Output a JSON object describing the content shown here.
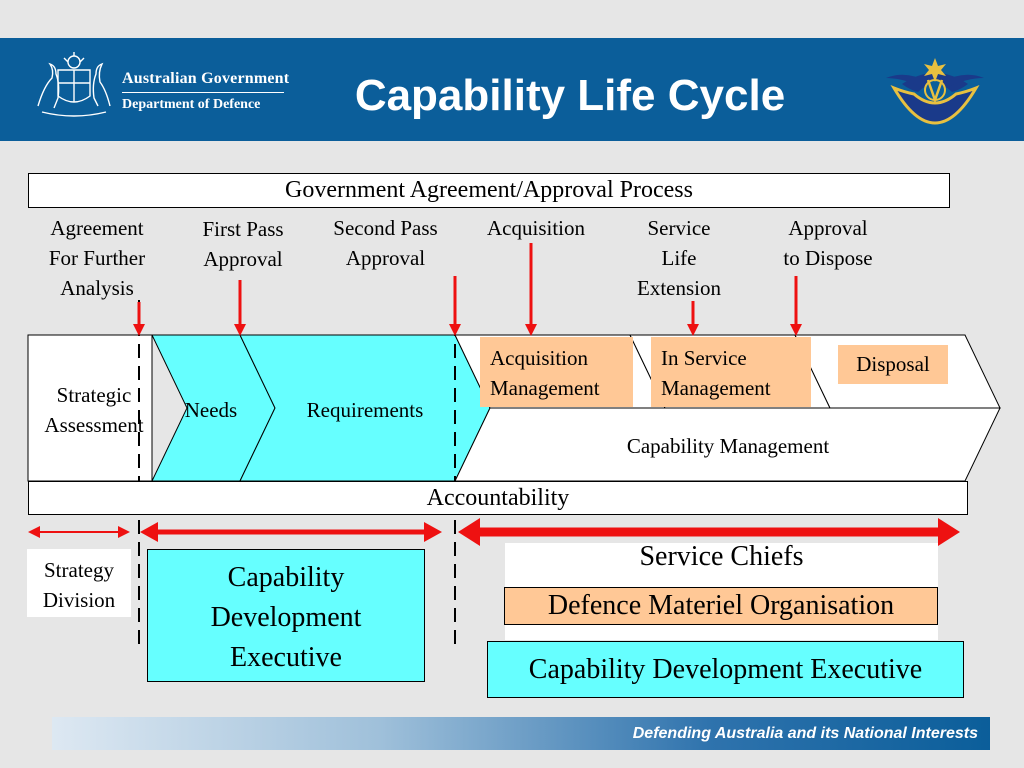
{
  "header": {
    "gov_line1": "Australian Government",
    "gov_line2": "Department of Defence",
    "title": "Capability Life Cycle",
    "background": "#0b5e9a"
  },
  "process": {
    "top_label": "Government Agreement/Approval Process",
    "milestones": [
      {
        "label": "Agreement\nFor Further\nAnalysis"
      },
      {
        "label": "First Pass\nApproval"
      },
      {
        "label": "Second Pass\nApproval"
      },
      {
        "label": "Acquisition"
      },
      {
        "label": "Service\nLife\nExtension"
      },
      {
        "label": "Approval\nto Dispose"
      }
    ]
  },
  "phases": {
    "strategic": "Strategic\nAssessment",
    "needs": "Needs",
    "requirements": "Requirements",
    "acquisition_mgmt": "Acquisition\nManagement",
    "in_service_mgmt": "In Service\n  Management",
    "disposal": "Disposal",
    "capability_mgmt": "Capability Management"
  },
  "accountability": {
    "label": "Accountability",
    "strategy_division": "Strategy\nDivision",
    "cde": "Capability\nDevelopment\nExecutive",
    "service_chiefs": "Service Chiefs",
    "dmo": "Defence Materiel Organisation",
    "cde_full": "Capability Development Executive"
  },
  "footer": {
    "tagline": "Defending Australia and its National Interests"
  },
  "colors": {
    "cyan": "#66ffff",
    "orange": "#ffc896",
    "arrow_red": "#ee1111"
  }
}
